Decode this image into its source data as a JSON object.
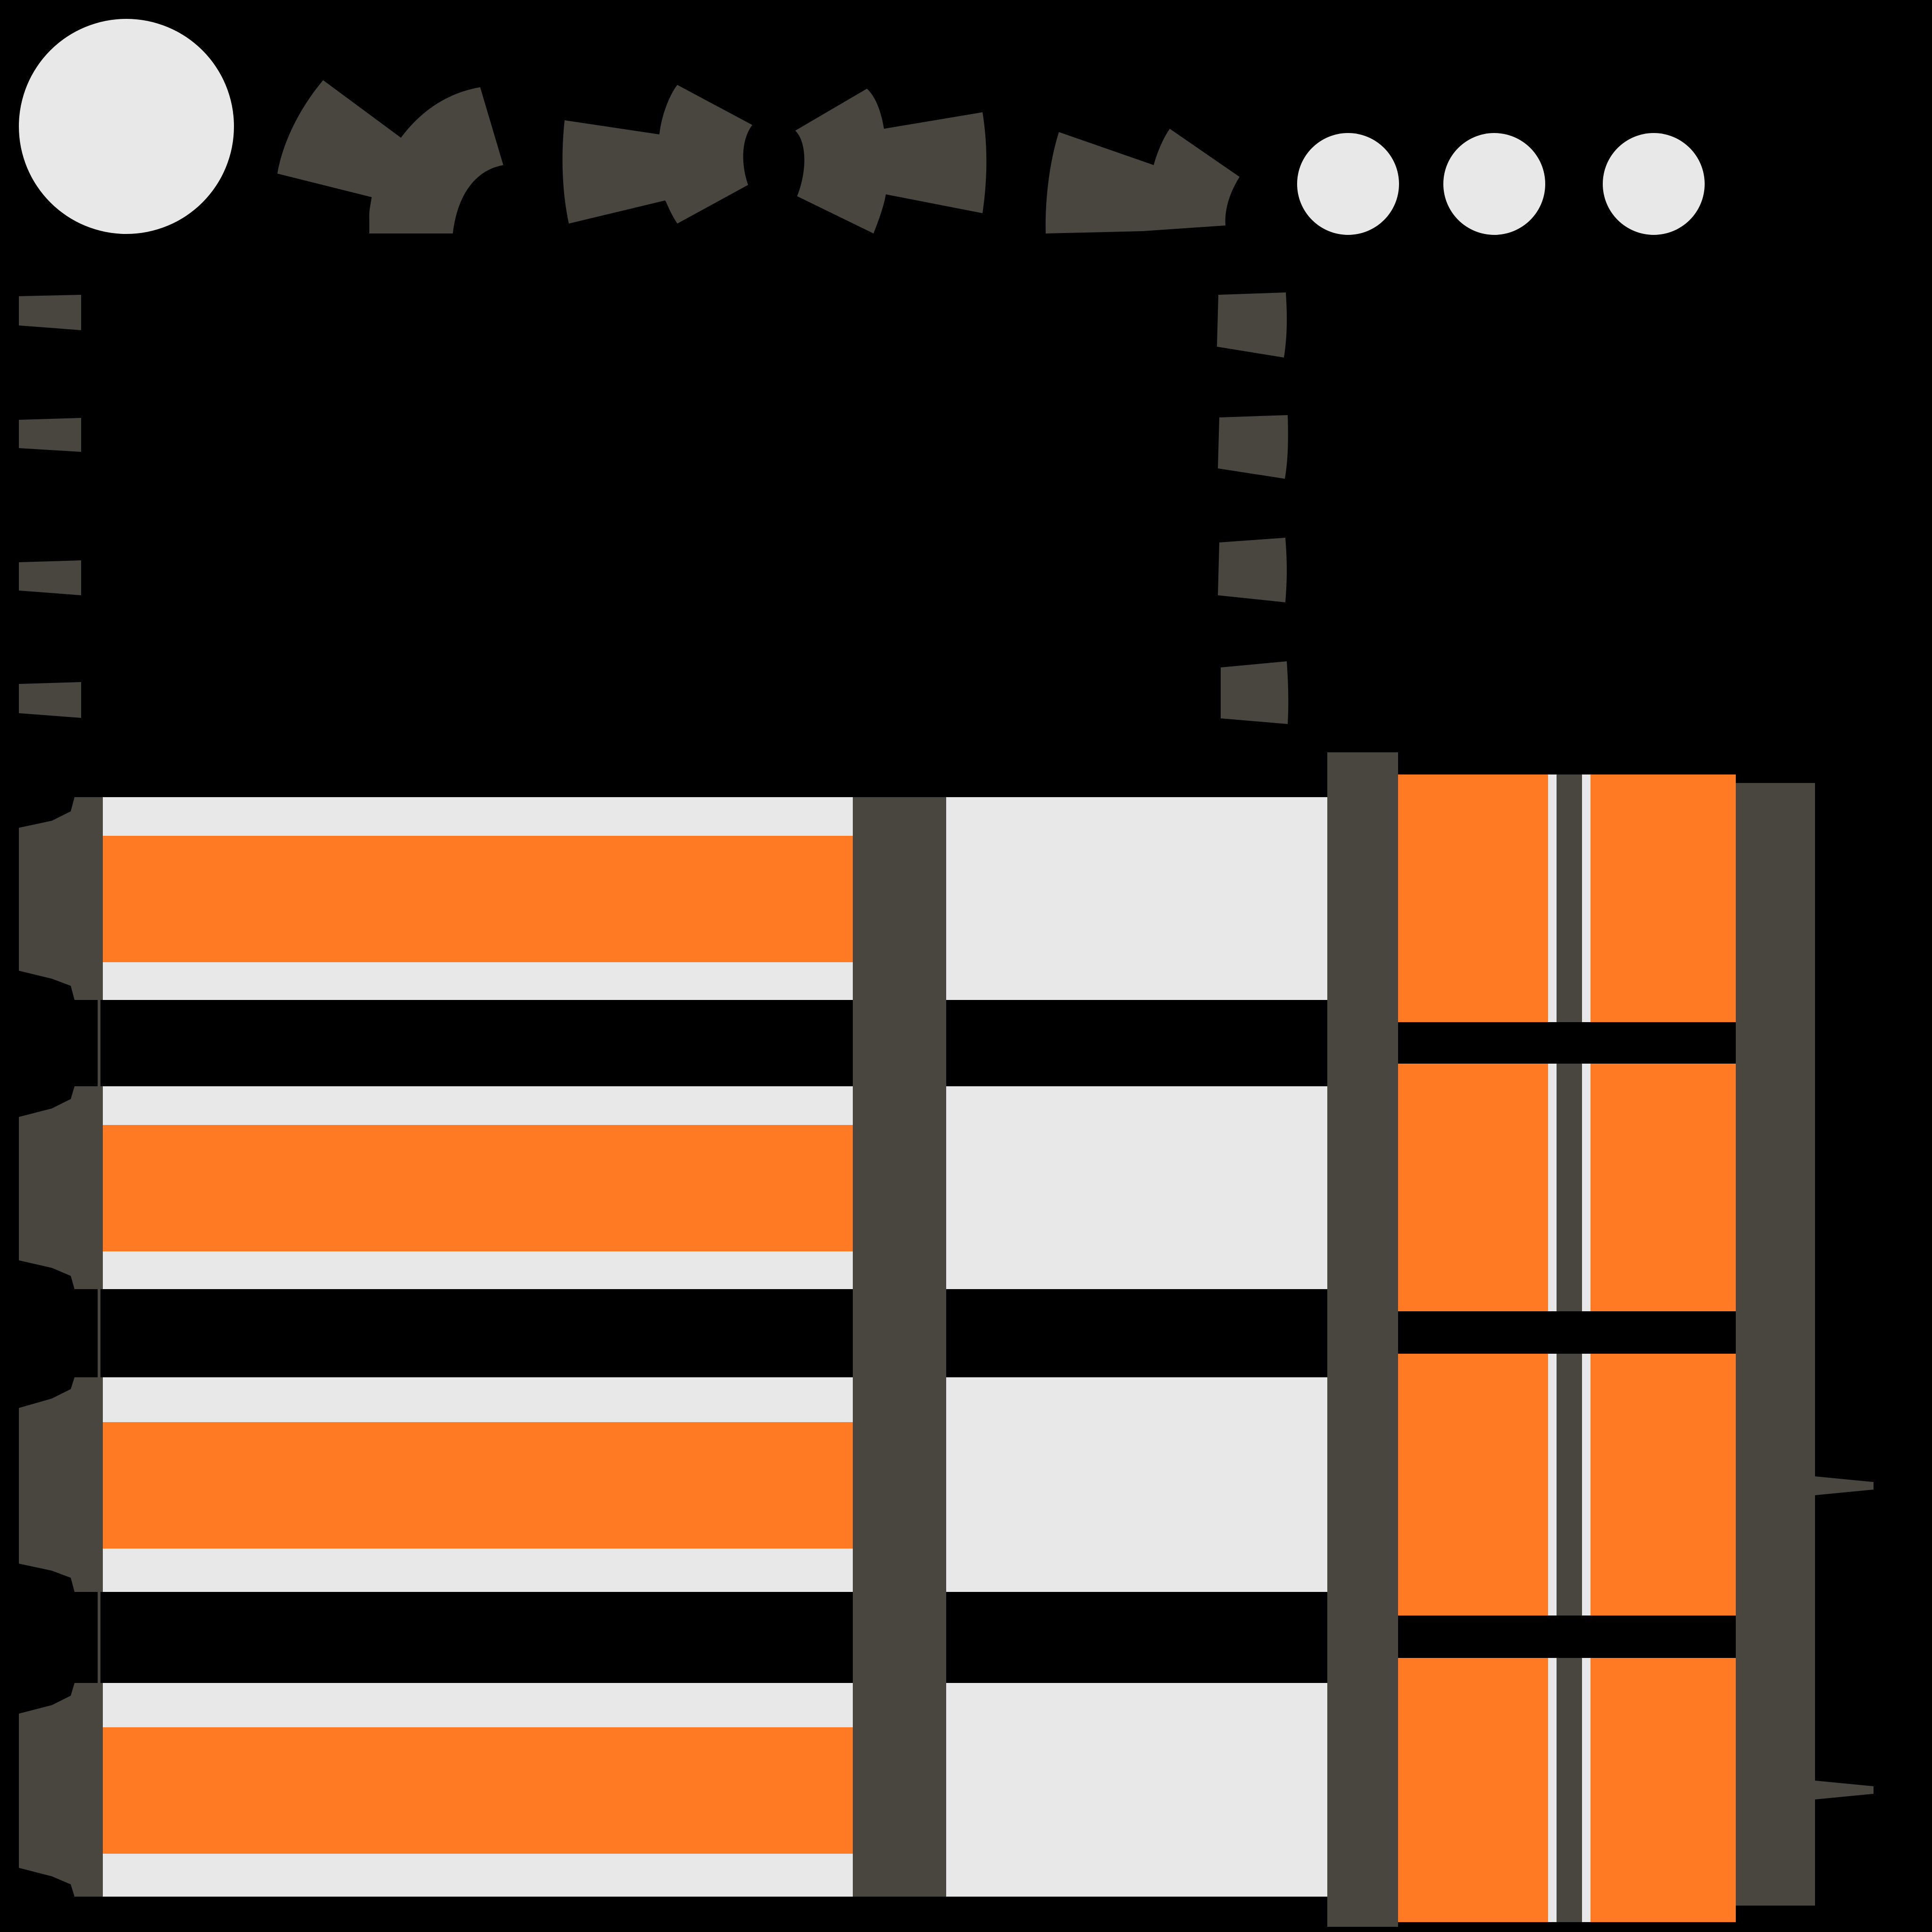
{
  "colors": {
    "background": "#000000",
    "light": "#E8E8E8",
    "dark": "#48463F",
    "accent": "#FF7A22"
  },
  "icons": [
    "large-light-circle",
    "dark-arc-segments",
    "three-light-dots",
    "dashed-dark-outline",
    "stacked-striped-bars",
    "dark-vertical-posts",
    "orange-striped-panel",
    "side-bracket"
  ],
  "bars": {
    "count": 4
  },
  "panel": {
    "sections": 4
  }
}
